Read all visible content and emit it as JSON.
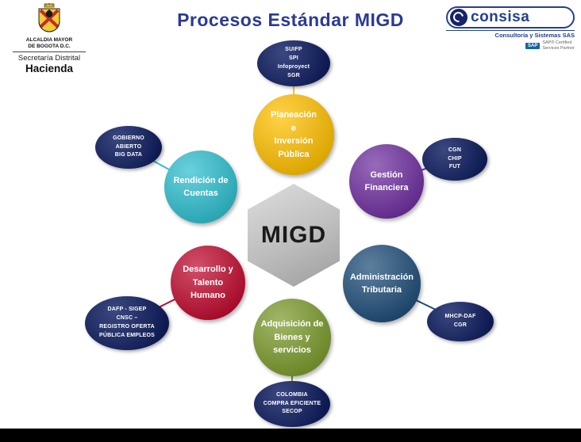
{
  "slide": {
    "title": "Procesos Estándar MIGD"
  },
  "bogota_logo": {
    "org_line1": "ALCALDIA MAYOR",
    "org_line2": "DE BOGOTA D.C.",
    "secretaria": "Secretaría Distrital",
    "hacienda": "Hacienda"
  },
  "consisa_logo": {
    "brand": "consisa",
    "tagline": "Consultoría y Sistemas SAS",
    "sap_badge": "SAP",
    "sap_text": "SAP® Certified\nServices Partner"
  },
  "center_hexagon": {
    "label": "MIGD",
    "color": "#BFBFBF"
  },
  "processes": {
    "planeacion": {
      "label": "Planeación\ne\nInversión\nPública",
      "color": "#FFC000"
    },
    "gestion": {
      "label": "Gestión\nFinanciera",
      "color": "#7030A0"
    },
    "tributaria": {
      "label": "Administración\nTributaria",
      "color": "#1F4E79"
    },
    "adquisicion": {
      "label": "Adquisición de\nBienes y\nservicios",
      "color": "#7C9B2D"
    },
    "desarrollo": {
      "label": "Desarrollo y\nTalento\nHumano",
      "color": "#C00B2F"
    },
    "rendicion": {
      "label": "Rendición de\nCuentas",
      "color": "#2FBFCF"
    }
  },
  "satellites": {
    "suifp": {
      "label": "SUIFP\nSPI\nInfoproyect\nSGR",
      "color": "#101F63"
    },
    "cgn": {
      "label": "CGN\nCHIP\nFUT",
      "color": "#101F63"
    },
    "mhcp": {
      "label": "MHCP-DAF\nCGR",
      "color": "#101F63"
    },
    "colombia": {
      "label": "COLOMBIA\nCOMPRA EFICIENTE\nSECOP",
      "color": "#101F63"
    },
    "dafp": {
      "label": "DAFP - SIGEP\nCNSC –\nREGISTRO OFERTA\nPÚBLICA EMPLEOS",
      "color": "#101F63"
    },
    "gobierno": {
      "label": "GOBIERNO\nABIERTO\nBIG DATA",
      "color": "#101F63"
    }
  }
}
